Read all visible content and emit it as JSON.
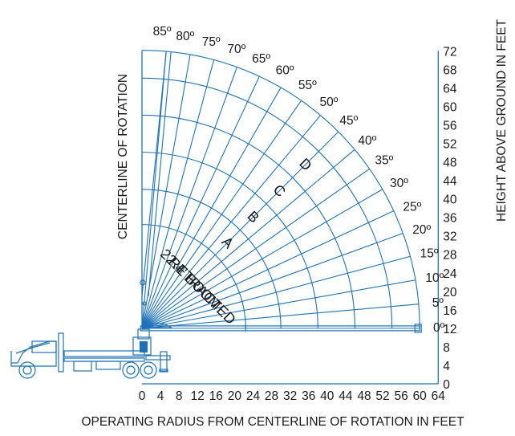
{
  "chart_data": {
    "type": "range-diagram",
    "x_axis": {
      "label": "OPERATING RADIUS FROM CENTERLINE OF ROTATION IN FEET",
      "ticks": [
        0,
        4,
        8,
        12,
        16,
        20,
        24,
        28,
        32,
        36,
        40,
        44,
        48,
        52,
        56,
        60,
        64
      ],
      "range": [
        0,
        64
      ]
    },
    "y_axis": {
      "label": "HEIGHT ABOVE GROUND IN FEET",
      "ticks": [
        0,
        4,
        8,
        12,
        16,
        20,
        24,
        28,
        32,
        36,
        40,
        44,
        48,
        52,
        56,
        60,
        64,
        68,
        72
      ],
      "range": [
        0,
        72
      ]
    },
    "centerline_label": "CENTERLINE OF ROTATION",
    "boom_pivot": {
      "x": 0,
      "y": 12
    },
    "boom_angles": [
      0,
      5,
      10,
      15,
      20,
      25,
      30,
      35,
      40,
      45,
      50,
      55,
      60,
      65,
      70,
      75,
      80,
      85
    ],
    "angle_suffix": "º",
    "boom_lengths": [
      22.4,
      30,
      38,
      46,
      54,
      60
    ],
    "retracted_boom_label": [
      "22.4' BOOM",
      "RETRACTED"
    ],
    "zones": [
      "A",
      "B",
      "C",
      "D"
    ]
  }
}
